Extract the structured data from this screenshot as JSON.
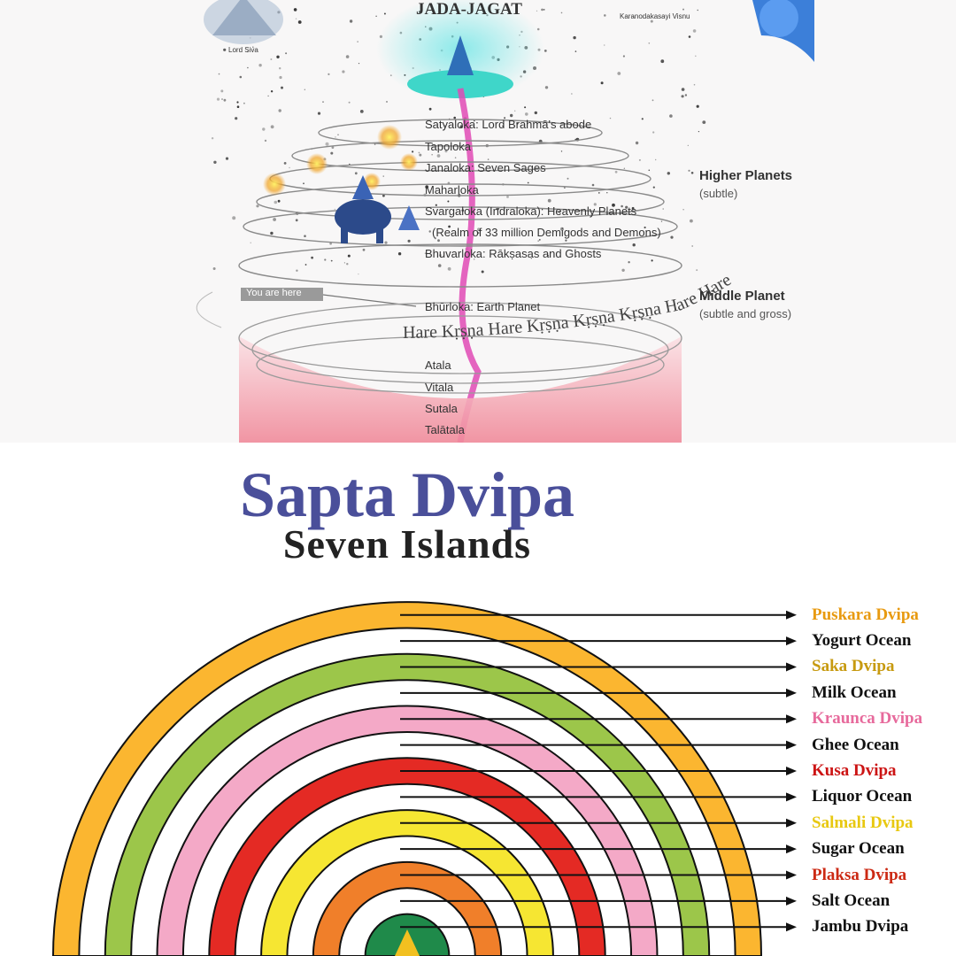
{
  "top_panel": {
    "header": "JADA-JAGAT",
    "caption_left": "Lord Siva",
    "caption_right": "Karanodakasayi Visnu",
    "lokas": [
      "Satyaloka: Lord Brahmā's abode",
      "Tapoloka",
      "Janaloka: Seven Sages",
      "Maharloka",
      "Svargaloka (Indraloka): Heavenly Planets",
      "(Realm of 33 million Demigods and Demons)",
      "Bhuvarloka: Rākṣasas and Ghosts",
      "Bhūrloka: Earth Planet",
      "Atala",
      "Vitala",
      "Sutala",
      "Talātala"
    ],
    "you_are_here": "You are here",
    "higher_planets": "Higher Planets",
    "higher_planets_sub": "(subtle)",
    "middle_planet": "Middle Planet",
    "middle_planet_sub": "(subtle and gross)",
    "mantra_text": "Hare Kṛṣṇa Hare Kṛṣṇa Kṛṣṇa Kṛṣṇa Hare Hare"
  },
  "bottom_panel": {
    "title": "Sapta Dvipa",
    "subtitle": "Seven Islands",
    "rings": [
      {
        "label": "Puskara Dvipa",
        "fill": "#fbb630",
        "text_color": "#e89a10"
      },
      {
        "label": "Yogurt Ocean",
        "fill": "#ffffff",
        "text_color": "#111111"
      },
      {
        "label": "Saka Dvipa",
        "fill": "#9cc64a",
        "text_color": "#c79a10"
      },
      {
        "label": "Milk Ocean",
        "fill": "#ffffff",
        "text_color": "#111111"
      },
      {
        "label": "Kraunca Dvipa",
        "fill": "#f4a9c7",
        "text_color": "#e76a9c"
      },
      {
        "label": "Ghee Ocean",
        "fill": "#ffffff",
        "text_color": "#111111"
      },
      {
        "label": "Kusa Dvipa",
        "fill": "#e42a24",
        "text_color": "#cc1414"
      },
      {
        "label": "Liquor Ocean",
        "fill": "#ffffff",
        "text_color": "#111111"
      },
      {
        "label": "Salmali Dvipa",
        "fill": "#f6e632",
        "text_color": "#e8c810"
      },
      {
        "label": "Sugar Ocean",
        "fill": "#ffffff",
        "text_color": "#111111"
      },
      {
        "label": "Plaksa Dvipa",
        "fill": "#f07f2a",
        "text_color": "#cc2a14"
      },
      {
        "label": "Salt Ocean",
        "fill": "#ffffff",
        "text_color": "#111111"
      },
      {
        "label": "Jambu Dvipa",
        "fill": "#1f8a4a",
        "text_color": "#111111"
      }
    ],
    "center_mountain_color": "#f2c020"
  }
}
